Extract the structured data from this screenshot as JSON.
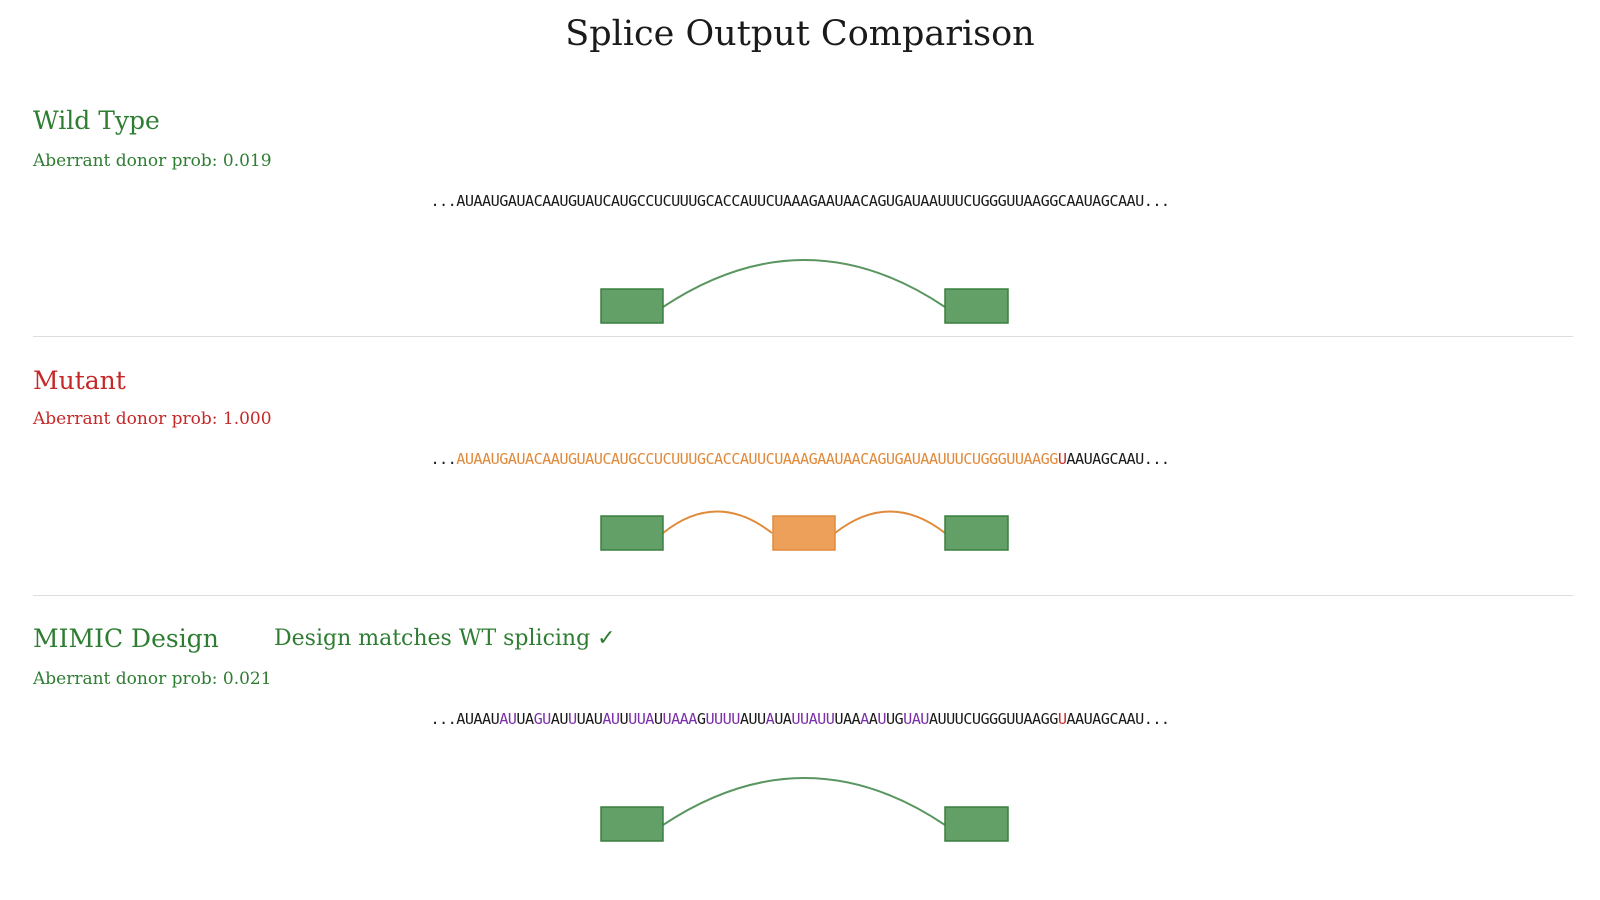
{
  "title": "Splice Output Comparison",
  "colors": {
    "good": "#2e7d32",
    "bad": "#c62828",
    "exon_fill": "#62a067",
    "exon_stroke": "#3b7f40",
    "cryptic_fill": "#eda05a",
    "cryptic_stroke": "#e08a3c",
    "mutant_seq": "#e08a3c",
    "mutation_base": "#c62828",
    "design_change": "#7b2fa8",
    "divider": "#dddddd"
  },
  "sections": {
    "wild_type": {
      "title": "Wild Type",
      "prob_label": "Aberrant donor prob: 0.019",
      "sequence": {
        "prefix": "...",
        "suffix": "...",
        "segments": [
          {
            "text": "AUAAUGAUACAAUGUAUCAUGCCUCUUUGCACCAUUCUAAAGAAUAACAGUGAUAAUUUCUGGGUUAAGGCAAUAGCAAU",
            "kind": "normal"
          }
        ]
      },
      "splicing": "exon1-exon2"
    },
    "mutant": {
      "title": "Mutant",
      "prob_label": "Aberrant donor prob: 1.000",
      "sequence": {
        "prefix": "...",
        "suffix": "...",
        "segments": [
          {
            "text": "AUAAUGAUACAAUGUAUCAUGCCUCUUUGCACCAUUCUAAAGAAUAACAGUGAUAAUUUCUGGGUUAAGG",
            "kind": "cryptic"
          },
          {
            "text": "U",
            "kind": "mutation"
          },
          {
            "text": "AAUAGCAAU",
            "kind": "normal"
          }
        ]
      },
      "splicing": "exon1-cryptic-exon2"
    },
    "mimic": {
      "title": "MIMIC Design",
      "status": "Design matches WT splicing ✓",
      "prob_label": "Aberrant donor prob: 0.021",
      "sequence": {
        "prefix": "...",
        "suffix": "...",
        "segments": [
          {
            "text": "AUAAU",
            "kind": "normal"
          },
          {
            "text": "AU",
            "kind": "design"
          },
          {
            "text": "UA",
            "kind": "normal"
          },
          {
            "text": "GU",
            "kind": "design"
          },
          {
            "text": "AU",
            "kind": "normal"
          },
          {
            "text": "U",
            "kind": "design"
          },
          {
            "text": "UAU",
            "kind": "normal"
          },
          {
            "text": "AU",
            "kind": "design"
          },
          {
            "text": "U",
            "kind": "normal"
          },
          {
            "text": "UUA",
            "kind": "design"
          },
          {
            "text": "U",
            "kind": "normal"
          },
          {
            "text": "UAAA",
            "kind": "design"
          },
          {
            "text": "G",
            "kind": "normal"
          },
          {
            "text": "UUUU",
            "kind": "design"
          },
          {
            "text": "AUU",
            "kind": "normal"
          },
          {
            "text": "A",
            "kind": "design"
          },
          {
            "text": "UA",
            "kind": "normal"
          },
          {
            "text": "UUAUU",
            "kind": "design"
          },
          {
            "text": "UAA",
            "kind": "normal"
          },
          {
            "text": "A",
            "kind": "design"
          },
          {
            "text": "A",
            "kind": "normal"
          },
          {
            "text": "U",
            "kind": "design"
          },
          {
            "text": "UG",
            "kind": "normal"
          },
          {
            "text": "UAU",
            "kind": "design"
          },
          {
            "text": "AUUUCUGGGUUAAGG",
            "kind": "normal"
          },
          {
            "text": "U",
            "kind": "mutation"
          },
          {
            "text": "AAUAGCAAU",
            "kind": "normal"
          }
        ]
      },
      "splicing": "exon1-exon2"
    }
  }
}
